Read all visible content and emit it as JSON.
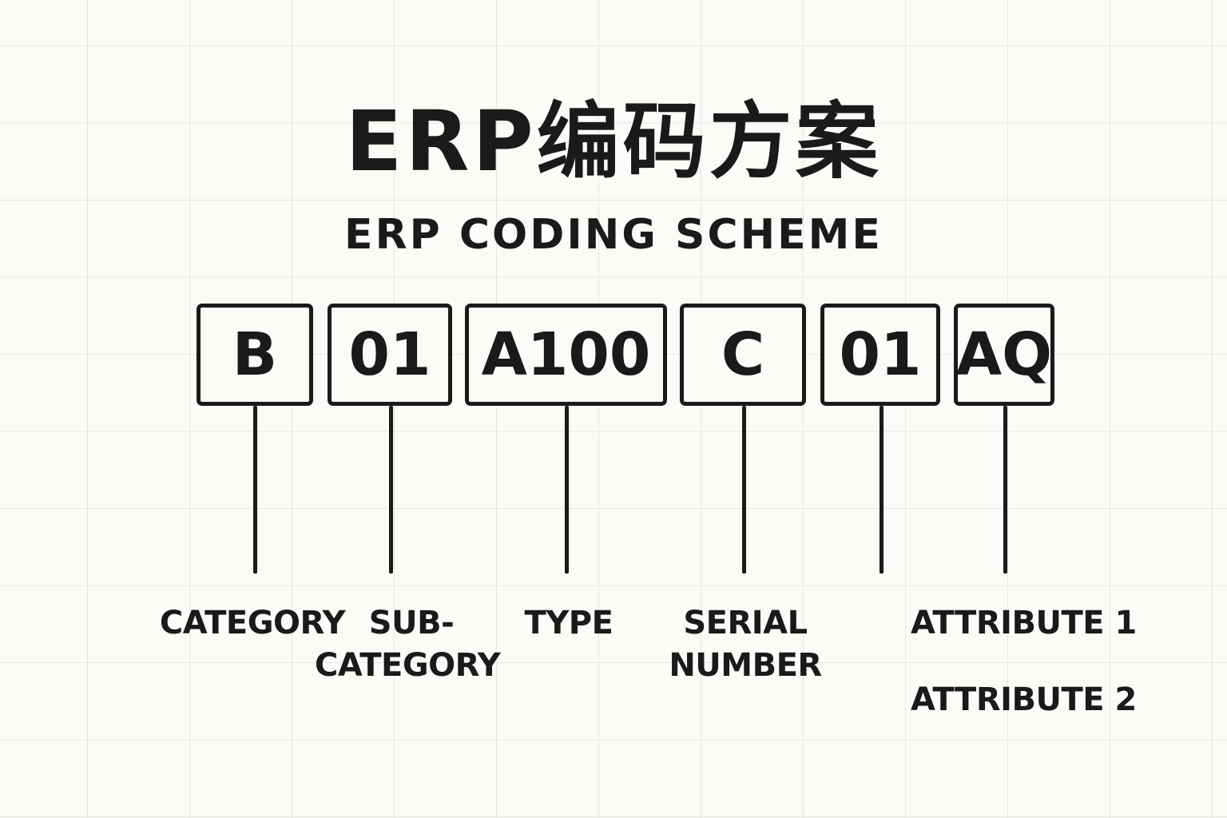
{
  "title": "ERP编码方案",
  "subtitle": "ERP CODING SCHEME",
  "segments": [
    {
      "code": "B",
      "label": "CATEGORY"
    },
    {
      "code": "01",
      "label_line1": "SUB-",
      "label_line2": "CATEGORY"
    },
    {
      "code": "A100",
      "label": "TYPE"
    },
    {
      "code": "C",
      "label_line1": "SERIAL",
      "label_line2": "NUMBER"
    },
    {
      "code": "01",
      "label": "ATTRIBUTE 1"
    },
    {
      "code": "AQ",
      "label": "ATTRIBUTE 2"
    }
  ]
}
